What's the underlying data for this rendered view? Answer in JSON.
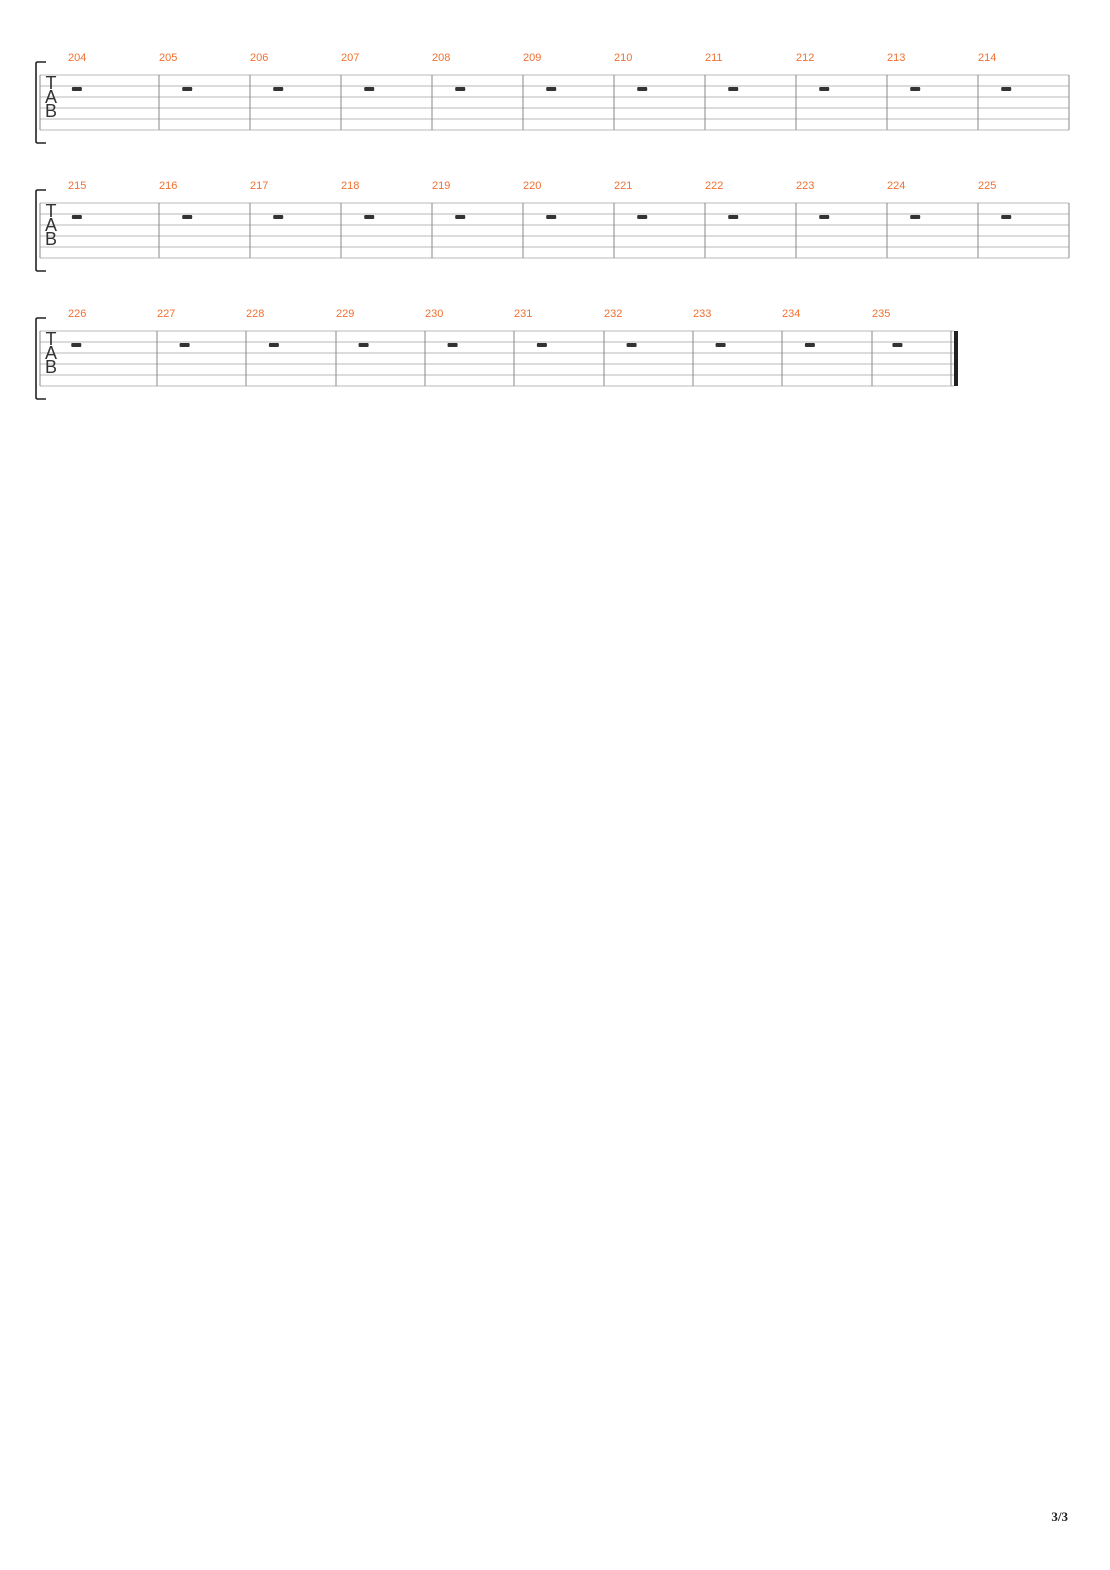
{
  "colors": {
    "bar_number": "#f07030",
    "staff_line": "#b8b8b8",
    "barline": "#888888",
    "rest": "#333333",
    "bracket": "#222222"
  },
  "clef_letters": [
    "T",
    "A",
    "B"
  ],
  "strings_per_staff": 6,
  "rest_type": "whole-rest",
  "systems": [
    {
      "bars": [
        {
          "number": "204"
        },
        {
          "number": "205"
        },
        {
          "number": "206"
        },
        {
          "number": "207"
        },
        {
          "number": "208"
        },
        {
          "number": "209"
        },
        {
          "number": "210"
        },
        {
          "number": "211"
        },
        {
          "number": "212"
        },
        {
          "number": "213"
        },
        {
          "number": "214"
        }
      ],
      "final_barline": false
    },
    {
      "bars": [
        {
          "number": "215"
        },
        {
          "number": "216"
        },
        {
          "number": "217"
        },
        {
          "number": "218"
        },
        {
          "number": "219"
        },
        {
          "number": "220"
        },
        {
          "number": "221"
        },
        {
          "number": "222"
        },
        {
          "number": "223"
        },
        {
          "number": "224"
        },
        {
          "number": "225"
        }
      ],
      "final_barline": false
    },
    {
      "bars": [
        {
          "number": "226"
        },
        {
          "number": "227"
        },
        {
          "number": "228"
        },
        {
          "number": "229"
        },
        {
          "number": "230"
        },
        {
          "number": "231"
        },
        {
          "number": "232"
        },
        {
          "number": "233"
        },
        {
          "number": "234"
        },
        {
          "number": "235"
        }
      ],
      "final_barline": true
    }
  ],
  "page_number": "3/3"
}
